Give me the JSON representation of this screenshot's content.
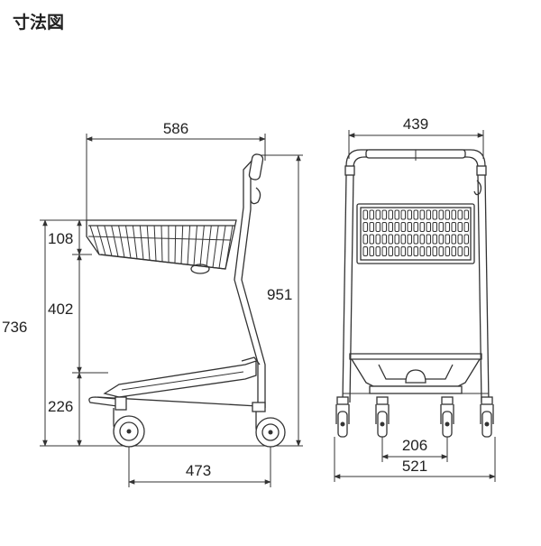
{
  "title": "寸法図",
  "side_view": {
    "dims": {
      "overall_width": "586",
      "wheelbase": "473",
      "overall_height": "951",
      "basket_height": "108",
      "middle_gap": "402",
      "lower_height": "226",
      "basket_top_height": "736"
    }
  },
  "front_view": {
    "dims": {
      "handle_width": "439",
      "inner_caster_span": "206",
      "outer_caster_span": "521"
    }
  },
  "colors": {
    "line": "#333333",
    "background": "#ffffff"
  }
}
